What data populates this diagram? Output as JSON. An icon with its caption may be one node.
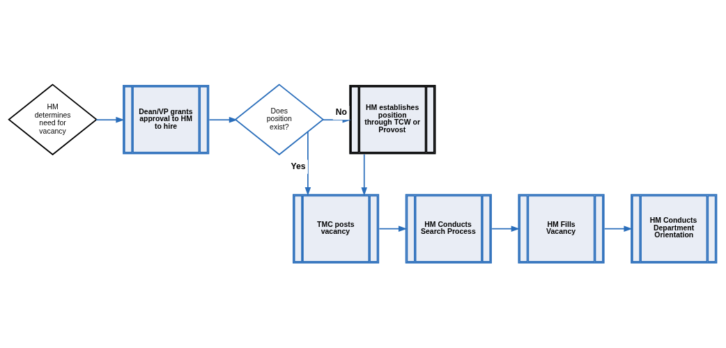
{
  "diagram": {
    "nodes": [
      {
        "text": [
          "HM determines need for vacancy"
        ]
      },
      {
        "text": [
          "Dean/VP grants approval to HM to hire"
        ]
      },
      {
        "text": [
          "Does position exist?"
        ]
      },
      {
        "text": [
          "HM establishes position through TCW or Provost"
        ]
      },
      {
        "text": [
          "TMC posts vacancy"
        ]
      },
      {
        "text": [
          "HM Conducts Search Process"
        ]
      },
      {
        "text": [
          "HM Fills Vacancy"
        ]
      },
      {
        "text": [
          "HM Conducts Department Orientation"
        ]
      }
    ],
    "edges": [
      {
        "from": 0,
        "to": 1,
        "arrow": "to"
      },
      {
        "from": 1,
        "to": 2,
        "arrow": "to"
      },
      {
        "from": 2,
        "to": 3,
        "arrow": "to",
        "label": "No"
      },
      {
        "from": 2,
        "to": 4,
        "arrow": "to",
        "label": "Yes"
      },
      {
        "from": 3,
        "to": 4,
        "arrow": "to"
      },
      {
        "from": 4,
        "to": 5,
        "arrow": "to"
      },
      {
        "from": 5,
        "to": 6,
        "arrow": "to"
      },
      {
        "from": 6,
        "to": 7,
        "arrow": "to"
      }
    ]
  }
}
